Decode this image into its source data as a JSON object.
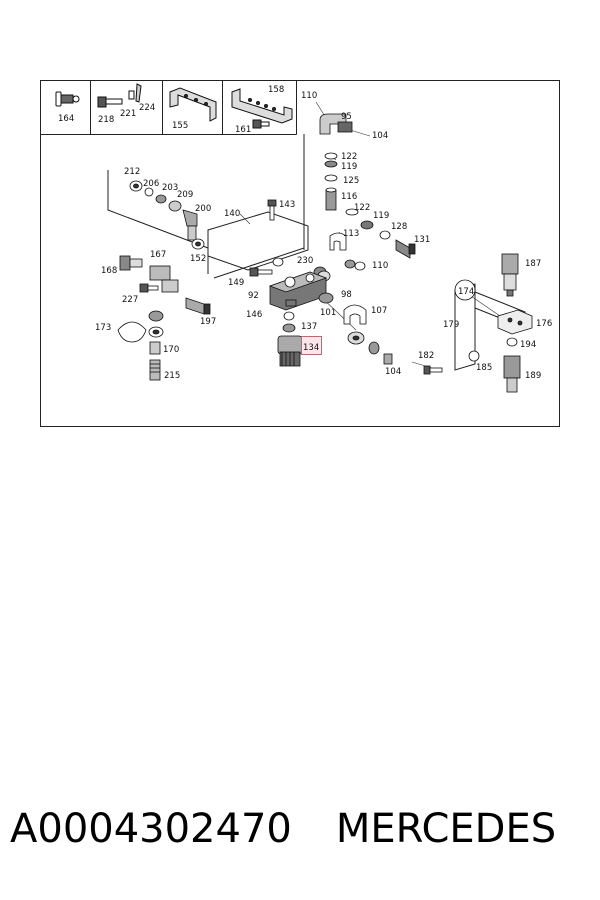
{
  "diagram": {
    "highlighted_label": "134",
    "header_cells": [
      {
        "name": "cell-164",
        "labels": [
          "164"
        ]
      },
      {
        "name": "cell-218-221-224",
        "labels": [
          "218",
          "221",
          "224"
        ]
      },
      {
        "name": "cell-155",
        "labels": [
          "155"
        ]
      },
      {
        "name": "cell-158-161",
        "labels": [
          "158",
          "161"
        ]
      }
    ],
    "callouts": [
      "110",
      "95",
      "104",
      "122",
      "119",
      "125",
      "116",
      "122",
      "119",
      "128",
      "131",
      "212",
      "206",
      "203",
      "209",
      "200",
      "143",
      "140",
      "113",
      "110",
      "152",
      "167",
      "168",
      "230",
      "149",
      "227",
      "98",
      "92",
      "146",
      "197",
      "107",
      "137",
      "101",
      "173",
      "134",
      "104",
      "170",
      "215",
      "174",
      "187",
      "176",
      "179",
      "194",
      "182",
      "185",
      "189"
    ]
  },
  "caption": {
    "part_number": "A0004302470",
    "brand": "MERCEDES"
  }
}
